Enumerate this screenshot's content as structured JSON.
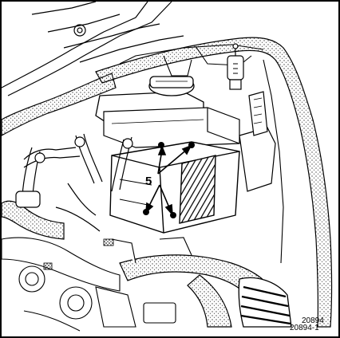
{
  "figure": {
    "callout_label": "5",
    "reference_numbers": [
      "20894",
      "20894-1"
    ]
  },
  "colors": {
    "ink": "#000000",
    "paper": "#ffffff",
    "stipple": "#555555"
  }
}
